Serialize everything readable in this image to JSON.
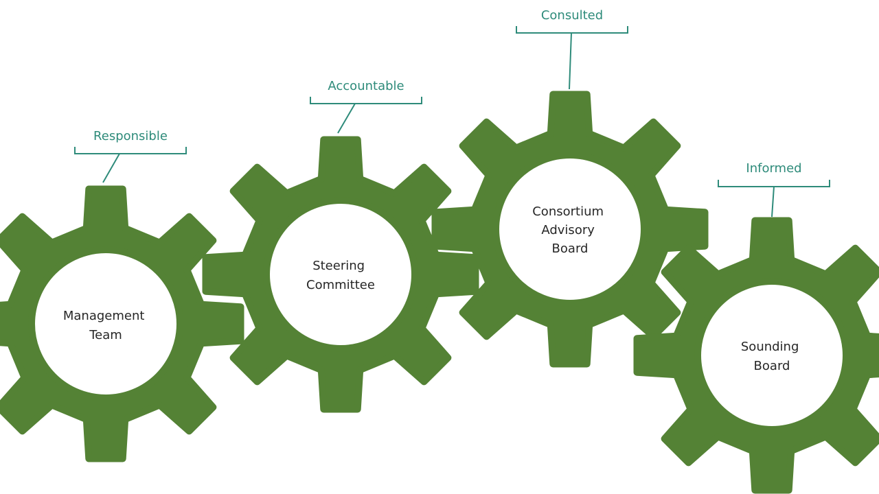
{
  "colors": {
    "gear": "#548235",
    "accent": "#2e8b7a",
    "text": "#262626",
    "background": "#ffffff"
  },
  "gears": [
    {
      "label_lines": [
        "Management",
        "Team"
      ],
      "role": "Responsible"
    },
    {
      "label_lines": [
        "Steering",
        "Committee"
      ],
      "role": "Accountable"
    },
    {
      "label_lines": [
        "Consortium",
        "Advisory",
        "Board"
      ],
      "role": "Consulted"
    },
    {
      "label_lines": [
        "Sounding",
        "Board"
      ],
      "role": "Informed"
    }
  ]
}
